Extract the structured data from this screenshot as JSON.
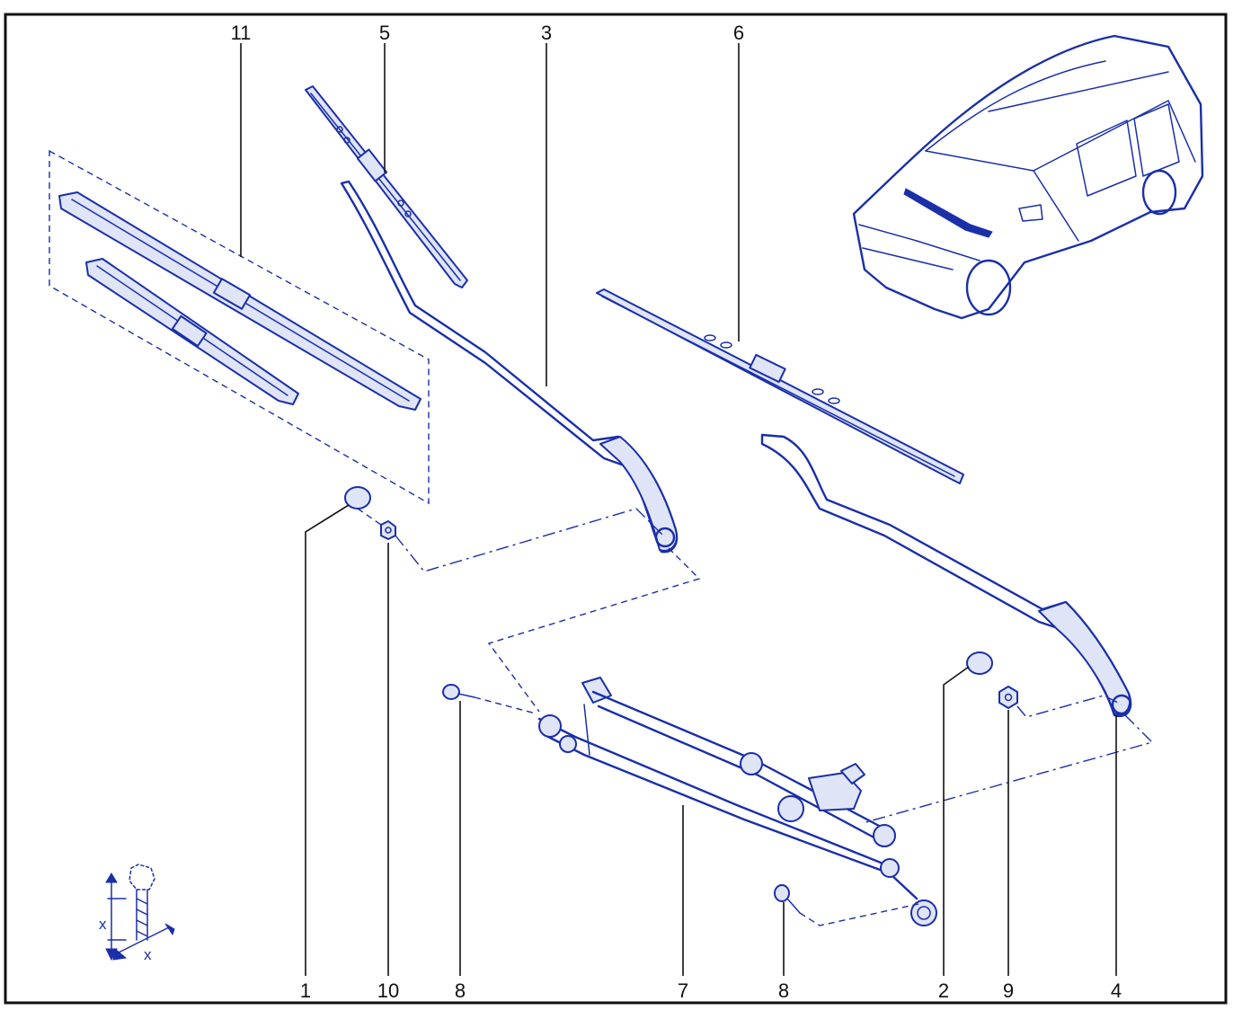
{
  "diagram": {
    "callouts": {
      "c11": "11",
      "c5": "5",
      "c3": "3",
      "c6": "6",
      "c1": "1",
      "c10": "10",
      "c8a": "8",
      "c7": "7",
      "c8b": "8",
      "c2": "2",
      "c9": "9",
      "c4": "4"
    },
    "torque_marker": {
      "label_vertical": "x",
      "label_horizontal": "x"
    },
    "colors": {
      "line_art": "#1a2fa8",
      "callout_text": "#111111",
      "frame": "#111111"
    }
  }
}
